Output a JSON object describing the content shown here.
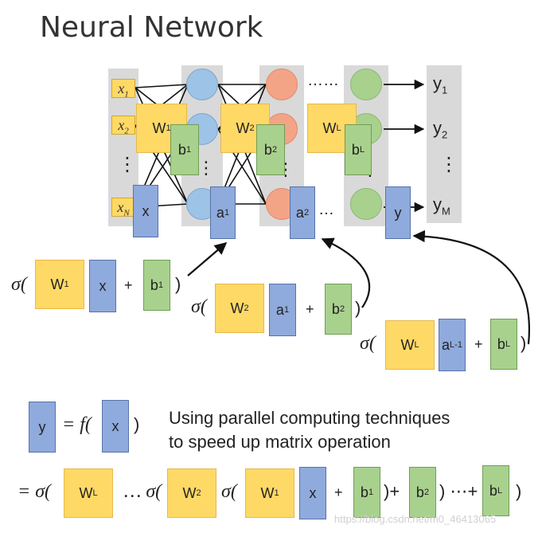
{
  "title": "Neural Network",
  "inputs": [
    "x",
    "x",
    "x"
  ],
  "input_subs": [
    "1",
    "2",
    "N"
  ],
  "vdots": "⋮",
  "hdots": "……",
  "outputs": [
    {
      "base": "y",
      "sub": "1"
    },
    {
      "base": "y",
      "sub": "2"
    },
    {
      "base": "y",
      "sub": "M"
    }
  ],
  "net": {
    "w1": "W",
    "w1_sup": "1",
    "b1": "b",
    "b1_sup": "1",
    "x": "x",
    "w2": "W",
    "w2_sup": "2",
    "b2": "b",
    "b2_sup": "2",
    "a1": "a",
    "a1_sup": "1",
    "a2": "a",
    "a2_sup": "2",
    "wl": "W",
    "wl_sup": "L",
    "bl": "b",
    "bl_sup": "L",
    "y": "y",
    "a2_dots": "…"
  },
  "eq1": {
    "sigma": "σ(",
    "w": "W",
    "w_sup": "1",
    "v": "x",
    "plus": "+",
    "b": "b",
    "b_sup": "1",
    "close": ")"
  },
  "eq2": {
    "sigma": "σ(",
    "w": "W",
    "w_sup": "2",
    "v": "a",
    "v_sup": "1",
    "plus": "+",
    "b": "b",
    "b_sup": "2",
    "close": ")"
  },
  "eq3": {
    "sigma": "σ(",
    "w": "W",
    "w_sup": "L",
    "v": "a",
    "v_sup": "L-1",
    "plus": "+",
    "b": "b",
    "b_sup": "L",
    "close": ")"
  },
  "func": {
    "y": "y",
    "eq": "= f(",
    "x": "x",
    "close": ")"
  },
  "note": [
    "Using parallel computing techniques",
    "to speed up matrix operation"
  ],
  "bottom": {
    "eq_sigma": "= σ(",
    "wl": "W",
    "wl_sup": "L",
    "dots_sigma": "… σ(",
    "w2": "W",
    "w2_sup": "2",
    "sigma3": "σ(",
    "w1": "W",
    "w1_sup": "1",
    "x": "x",
    "plus1": "+",
    "b1": "b",
    "b1_sup": "1",
    "close_plus": ")+",
    "b2": "b",
    "b2_sup": "2",
    "close_dots_plus": ") ⋯+",
    "bl": "b",
    "bl_sup": "L",
    "close": ")"
  },
  "watermark": "https://blog.csdn.net/m0_46413065",
  "colors": {
    "weight": "#ffd966",
    "bias": "#a9d18e",
    "vector": "#8faadc",
    "layer1": "#9dc3e6",
    "layer2": "#f4a486",
    "layerL": "#a9d18e",
    "column": "#d9d9d9"
  }
}
